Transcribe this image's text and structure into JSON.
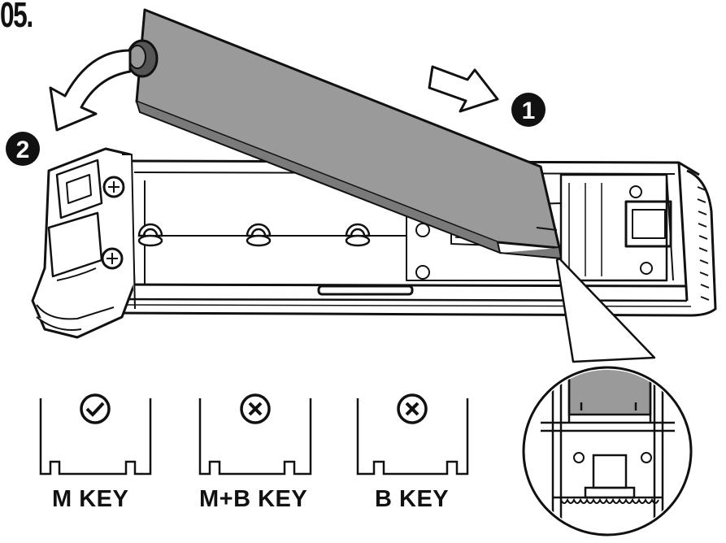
{
  "step": {
    "label": "05."
  },
  "callouts": [
    {
      "number": "1"
    },
    {
      "number": "2"
    }
  ],
  "keys": [
    {
      "label": "M KEY",
      "status": "check"
    },
    {
      "label": "M+B KEY",
      "status": "cross"
    },
    {
      "label": "B KEY",
      "status": "cross"
    }
  ],
  "colors": {
    "line": "#111111",
    "card_fill": "#9a9a9a",
    "background": "#ffffff"
  },
  "icons": [
    "check-circle-icon",
    "cross-circle-icon",
    "curved-arrow-icon",
    "push-arrow-icon"
  ]
}
